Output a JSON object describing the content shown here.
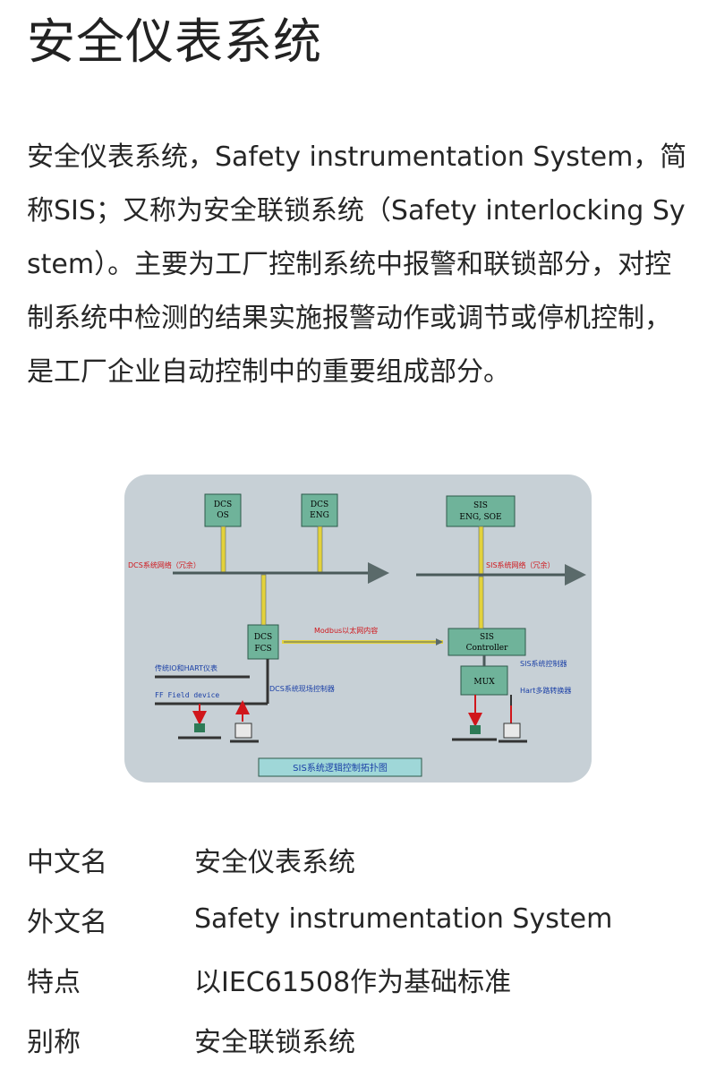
{
  "page": {
    "title": "安全仪表系统",
    "intro": "安全仪表系统，Safety instrumentation System，简称SIS；又称为安全联锁系统（Safety interlocking System）。主要为工厂控制系统中报警和联锁部分，对控制系统中检测的结果实施报警动作或调节或停机控制，是工厂企业自动控制中的重要组成部分。"
  },
  "diagram": {
    "boxes": {
      "dcs_os": [
        "DCS",
        "OS"
      ],
      "dcs_eng": [
        "DCS",
        "ENG"
      ],
      "sis_eng": [
        "SIS",
        "ENG, SOE"
      ],
      "dcs_fcs": [
        "DCS",
        "FCS"
      ],
      "sis_controller": [
        "SIS",
        "Controller"
      ],
      "mux": "MUX"
    },
    "labels": {
      "dcs_network": "DCS系统网络（冗余）",
      "sis_network": "SIS系统网络（冗余）",
      "modbus": "Modbus以太网内容",
      "traditional_io": "传统IO和HART仪表",
      "ff_field": "FF Field device",
      "dcs_field_ctrl": "DCS系统现场控制器",
      "sis_ctrl": "SIS系统控制器",
      "hart_mux": "Hart多路转换器",
      "caption": "SIS系统逻辑控制拓扑图"
    },
    "colors": {
      "background": "#c7d0d6",
      "box_fill": "#6fb39a",
      "accent_red": "#d0161b",
      "label_blue": "#1a3fa6",
      "arrow_yellow": "#e3d23c"
    }
  },
  "info": {
    "rows": [
      {
        "key": "中文名",
        "value": "安全仪表系统"
      },
      {
        "key": "外文名",
        "value": "Safety instrumentation System"
      },
      {
        "key": "特点",
        "value": "以IEC61508作为基础标准"
      },
      {
        "key": "别称",
        "value": "安全联锁系统"
      }
    ]
  }
}
